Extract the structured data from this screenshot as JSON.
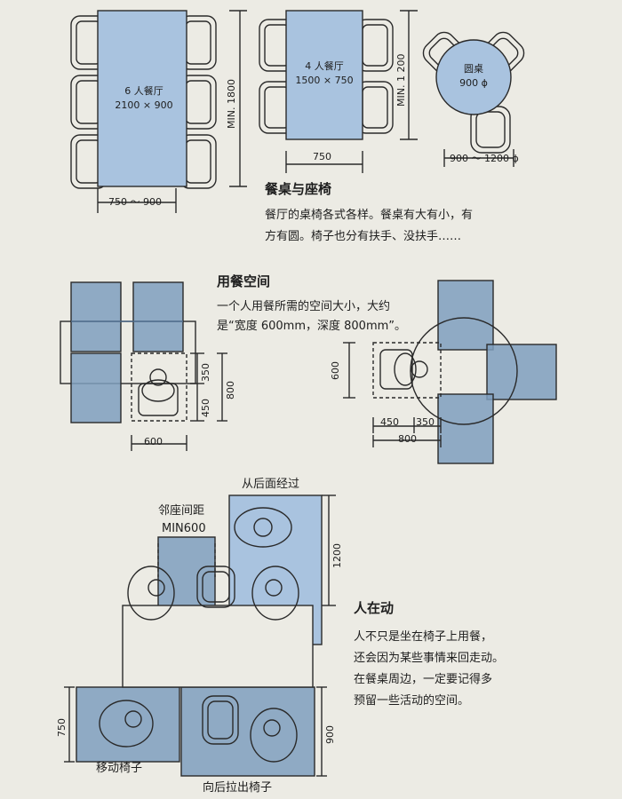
{
  "colors": {
    "table": "#a9c3df",
    "zone": "#7f9fbe",
    "line": "#2a2a2a",
    "paper": "#ecebe4"
  },
  "sections": {
    "tables": {
      "title": "餐桌与座椅",
      "desc_line1": "餐厅的桌椅各式各样。餐桌有大有小，有",
      "desc_line2": "方有圆。椅子也分有扶手、没扶手……",
      "six": {
        "name": "6 人餐厅",
        "size": "2100 × 900",
        "width_dim": "750 ～ 900",
        "length_dim": "MIN. 1800"
      },
      "four": {
        "name": "4 人餐厅",
        "size": "1500 × 750",
        "width_dim": "750",
        "length_dim": "MIN. 1 200"
      },
      "round": {
        "name": "圆桌",
        "size": "900 ϕ",
        "dim": "900 ～ 1200 ϕ"
      }
    },
    "space": {
      "title": "用餐空间",
      "desc_line1": "一个人用餐所需的空间大小，大约",
      "desc_line2": "是“宽度 600mm，深度 800mm”。",
      "dims": {
        "a": "350",
        "b": "450",
        "c": "800",
        "d": "600",
        "e": "600",
        "f": "450",
        "g": "350",
        "h": "800"
      }
    },
    "motion": {
      "title": "人在动",
      "desc_line1": "人不只是坐在椅子上用餐，",
      "desc_line2": "还会因为某些事情来回走动。",
      "desc_line3": "在餐桌周边，一定要记得多",
      "desc_line4": "预留一些活动的空间。",
      "label_pass": "从后面经过",
      "label_gap": "邻座间距",
      "label_gap_min": "MIN600",
      "label_move": "移动椅子",
      "label_pull": "向后拉出椅子",
      "dim_1200": "1200",
      "dim_750": "750",
      "dim_900": "900"
    }
  }
}
